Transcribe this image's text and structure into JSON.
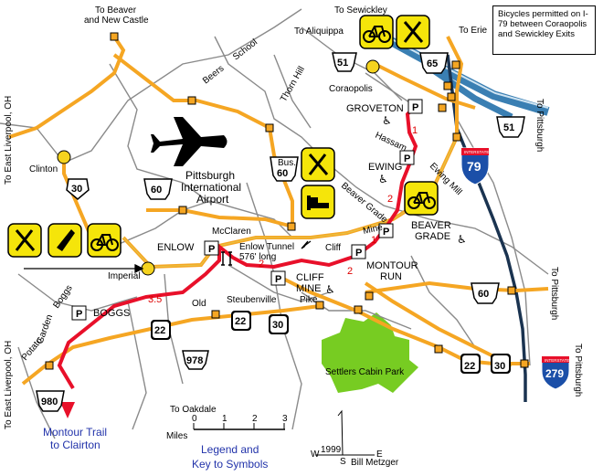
{
  "note": "Bicycles permitted on I-79 between Coraopolis and Sewickley Exits",
  "labels": {
    "beaver": "To  Beaver",
    "new_castle": "and New Castle",
    "sewickley": "To Sewickley",
    "aliquippa": "To Aliquippa",
    "erie": "To Erie",
    "pittsburgh_ne": "To Pittsburgh",
    "pittsburgh_e": "To Pittsburgh",
    "pittsburgh_se": "To Pittsburgh",
    "east_liverpool_top": "To East Liverpool, OH",
    "east_liverpool_bottom": "To East Liverpool, OH",
    "oakdale": "To Oakdale",
    "clinton": "Clinton",
    "coraopolis": "Coraopolis",
    "groveton": "GROVETON",
    "hassam": "Hassam",
    "ewing": "EWING",
    "ewing_mill": "Ewing Mill",
    "beaver_grade_road": "Beaver Grade",
    "beaver_grade_1": "BEAVER",
    "beaver_grade_2": "GRADE",
    "airport_1": "Pittsburgh",
    "airport_2": "International",
    "airport_3": "Airport",
    "beers": "Beers",
    "school": "School",
    "thorn_hill": "Thorn Hill",
    "mcclaren": "McClaren",
    "enlow": "ENLOW",
    "enlow_tunnel_1": "Enlow Tunnel",
    "enlow_tunnel_2": "576' long",
    "cliff": "Cliff",
    "mine": "Mine",
    "cliff_mine_1": "CLIFF",
    "cliff_mine_2": "MINE",
    "montour_run_1": "MONTOUR",
    "montour_run_2": "RUN",
    "imperial": "Imperial",
    "boggs_road": "Boggs",
    "boggs": "BOGGS",
    "old": "Old",
    "steubenville": "Steubenville",
    "pike": "Pike",
    "garden": "Garden",
    "potato": "Potato",
    "settlers": "Settlers Cabin Park",
    "montour_trail_1": "Montour Trail",
    "montour_trail_2": "to Clairton",
    "legend_1": "Legend and",
    "legend_2": "Key to Symbols",
    "miles": "Miles",
    "year": "1999",
    "author": "Bill Metzger"
  },
  "distances": {
    "d1a": "1",
    "d1b": "1",
    "d2a": "2",
    "d2b": "2",
    "d2c": "2",
    "d35": "3.5"
  },
  "routes": {
    "pa51_top": "51",
    "pa65": "65",
    "pa51_right": "51",
    "us30_left": "30",
    "pa60_left": "60",
    "pa60_bus_1": "Bus.",
    "pa60_bus_2": "60",
    "pa60_right": "60",
    "us22_left": "22",
    "us22_mid": "22",
    "us30_mid": "30",
    "pa978": "978",
    "us22_right": "22",
    "us30_right": "30",
    "pa980": "980",
    "i79": "79",
    "i279": "279",
    "interstate": "INTERSTATE"
  },
  "scale": {
    "ticks": [
      "0",
      "1",
      "2",
      "3"
    ]
  },
  "compass": {
    "w": "W",
    "e": "E",
    "s": "S"
  },
  "parking": "P",
  "colors": {
    "trail": "#e8102a",
    "highway": "#f5a623",
    "river": "#3a7fb3",
    "park": "#77cc22",
    "icon_bg": "#f5e50a",
    "interstate": "#1b4fa8"
  }
}
